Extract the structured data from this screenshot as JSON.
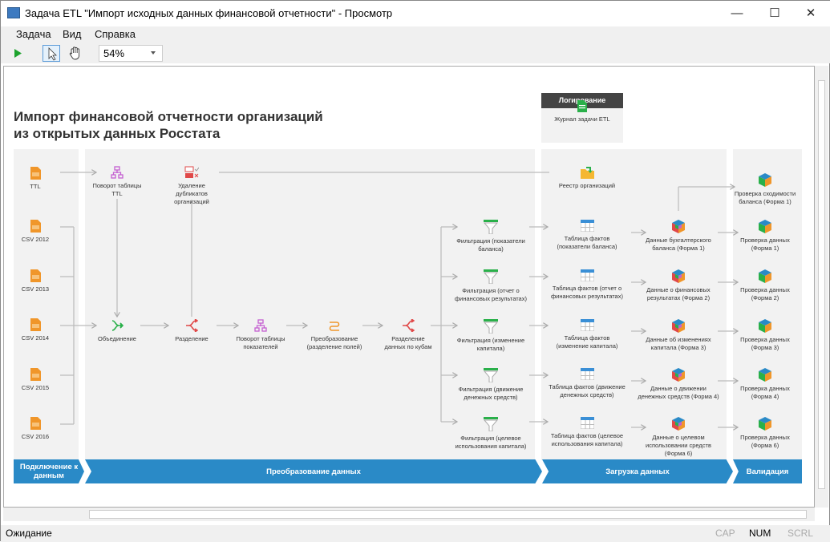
{
  "window": {
    "title": "Задача ETL \"Импорт исходных данных финансовой отчетности\" - Просмотр",
    "minimize": "—",
    "maximize": "☐",
    "close": "✕"
  },
  "menu": [
    "Задача",
    "Вид",
    "Справка"
  ],
  "toolbar": {
    "zoom": "54%",
    "run_icon": "play-icon",
    "select_icon": "pointer-icon",
    "pan_icon": "hand-icon"
  },
  "diagram": {
    "heading": "Импорт финансовой отчетности организаций\nиз открытых данных Росстата",
    "logging": {
      "header": "Логирование",
      "item": "Журнал задачи ETL"
    },
    "stages": [
      "Подключение к\nданным",
      "Преобразование данных",
      "Загрузка данных",
      "Валидация"
    ],
    "nodes": [
      {
        "label": "TTL",
        "icon": "file"
      },
      {
        "label": "CSV 2012",
        "icon": "file"
      },
      {
        "label": "CSV 2013",
        "icon": "file"
      },
      {
        "label": "CSV 2014",
        "icon": "file"
      },
      {
        "label": "CSV 2015",
        "icon": "file"
      },
      {
        "label": "CSV 2016",
        "icon": "file"
      },
      {
        "label": "Поворот таблицы\nTTL",
        "icon": "pivot"
      },
      {
        "label": "Удаление\nдубликатов\nорганизаций",
        "icon": "dedupe"
      },
      {
        "label": "Объединение",
        "icon": "merge"
      },
      {
        "label": "Разделение",
        "icon": "split"
      },
      {
        "label": "Поворот таблицы\nпоказателей",
        "icon": "pivot"
      },
      {
        "label": "Преобразование\n(разделение полей)",
        "icon": "transform"
      },
      {
        "label": "Разделение\nданных по кубам",
        "icon": "split"
      },
      {
        "label": "Фильтрация (показатели\nбаланса)",
        "icon": "filter"
      },
      {
        "label": "Фильтрация (отчет о\nфинансовых результатах)",
        "icon": "filter"
      },
      {
        "label": "Фильтрация (изменение\nкапитала)",
        "icon": "filter"
      },
      {
        "label": "Фильтрация (движение\nденежных средств)",
        "icon": "filter"
      },
      {
        "label": "Фильтрация (целевое\nиспользования капитала)",
        "icon": "filter"
      },
      {
        "label": "Реестр организаций",
        "icon": "folder"
      },
      {
        "label": "Таблица фактов\n(показатели баланса)",
        "icon": "table"
      },
      {
        "label": "Таблица фактов (отчет о\nфинансовых результатах)",
        "icon": "table"
      },
      {
        "label": "Таблица фактов\n(изменение капитала)",
        "icon": "table"
      },
      {
        "label": "Таблица фактов (движение\nденежных средств)",
        "icon": "table"
      },
      {
        "label": "Таблица фактов (целевое\nиспользования капитала)",
        "icon": "table"
      },
      {
        "label": "Данные бухгалтерского\nбаланса (Форма 1)",
        "icon": "cube-multi"
      },
      {
        "label": "Данные о финансовых\nрезультатах (Форма 2)",
        "icon": "cube-multi"
      },
      {
        "label": "Данные об изменениях\nкапитала (Форма 3)",
        "icon": "cube-multi"
      },
      {
        "label": "Данные о движении\nденежных средств (Форма 4)",
        "icon": "cube-multi"
      },
      {
        "label": "Данные о целевом\nиспользовании средств\n(Форма 6)",
        "icon": "cube-multi"
      },
      {
        "label": "Проверка сходимости\nбаланса (Форма 1)",
        "icon": "cube"
      },
      {
        "label": "Проверка данных\n(Форма 1)",
        "icon": "cube"
      },
      {
        "label": "Проверка данных\n(Форма 2)",
        "icon": "cube"
      },
      {
        "label": "Проверка данных\n(Форма 3)",
        "icon": "cube"
      },
      {
        "label": "Проверка данных\n(Форма 4)",
        "icon": "cube"
      },
      {
        "label": "Проверка данных\n(Форма 6)",
        "icon": "cube"
      }
    ]
  },
  "status": {
    "text": "Ожидание",
    "cap": "CAP",
    "num": "NUM",
    "scrl": "SCRL"
  },
  "colors": {
    "stage_bar": "#2a8ac7",
    "file": "#f0962a",
    "pivot": "#c45fd1",
    "merge": "#2ab04a",
    "split": "#e04848",
    "filter": "#2ab04a",
    "table": "#3a8fd6"
  }
}
